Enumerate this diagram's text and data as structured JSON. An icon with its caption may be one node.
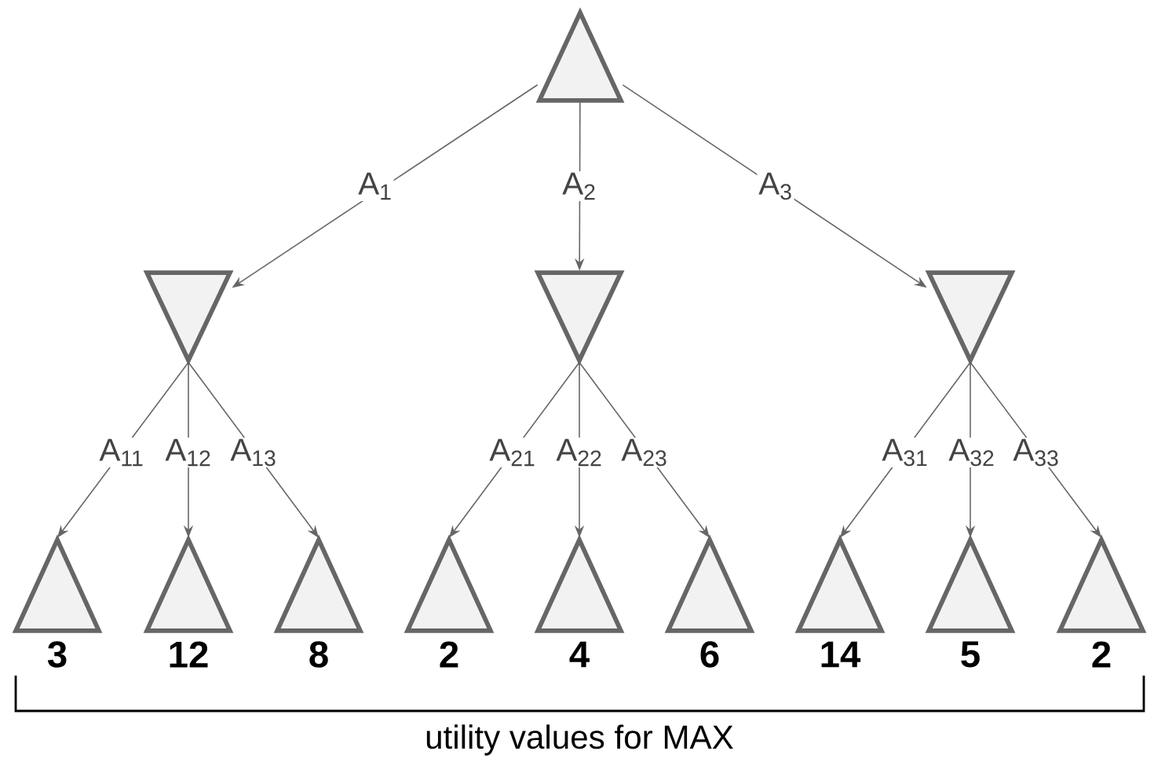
{
  "diagram": {
    "nodes": [
      {
        "text": [],
        "shape": "triangle"
      },
      {
        "text": [],
        "shape": "inverted-triangle"
      },
      {
        "text": [],
        "shape": "inverted-triangle"
      },
      {
        "text": [],
        "shape": "inverted-triangle"
      },
      {
        "text": [],
        "shape": "triangle",
        "beside": [
          "3"
        ]
      },
      {
        "text": [],
        "shape": "triangle",
        "beside": [
          "12"
        ]
      },
      {
        "text": [],
        "shape": "triangle",
        "beside": [
          "8"
        ]
      },
      {
        "text": [],
        "shape": "triangle",
        "beside": [
          "2"
        ]
      },
      {
        "text": [],
        "shape": "triangle",
        "beside": [
          "4"
        ]
      },
      {
        "text": [],
        "shape": "triangle",
        "beside": [
          "6"
        ]
      },
      {
        "text": [],
        "shape": "triangle",
        "beside": [
          "14"
        ]
      },
      {
        "text": [],
        "shape": "triangle",
        "beside": [
          "5"
        ]
      },
      {
        "text": [],
        "shape": "triangle",
        "beside": [
          "2"
        ]
      }
    ],
    "edges": [
      {
        "from": 0,
        "to": 1,
        "arrow": "to",
        "label": "A$_{1}$"
      },
      {
        "from": 0,
        "to": 2,
        "arrow": "to",
        "label": "A$_{2}$"
      },
      {
        "from": 0,
        "to": 3,
        "arrow": "to",
        "label": "A$_{3}$"
      },
      {
        "from": 1,
        "to": 4,
        "arrow": "to",
        "label": "A$_{11}$"
      },
      {
        "from": 1,
        "to": 5,
        "arrow": "to",
        "label": "A$_{12}$"
      },
      {
        "from": 1,
        "to": 6,
        "arrow": "to",
        "label": "A$_{13}$"
      },
      {
        "from": 2,
        "to": 7,
        "arrow": "to",
        "label": "A$_{21}$"
      },
      {
        "from": 2,
        "to": 8,
        "arrow": "to",
        "label": "A$_{22}$"
      },
      {
        "from": 2,
        "to": 9,
        "arrow": "to",
        "label": "A$_{23}$"
      },
      {
        "from": 3,
        "to": 10,
        "arrow": "to",
        "label": "A$_{31}$"
      },
      {
        "from": 3,
        "to": 11,
        "arrow": "to",
        "label": "A$_{32}$"
      },
      {
        "from": 3,
        "to": 12,
        "arrow": "to",
        "label": "A$_{33}$"
      }
    ],
    "labels": [
      "utility values for MAX"
    ]
  }
}
